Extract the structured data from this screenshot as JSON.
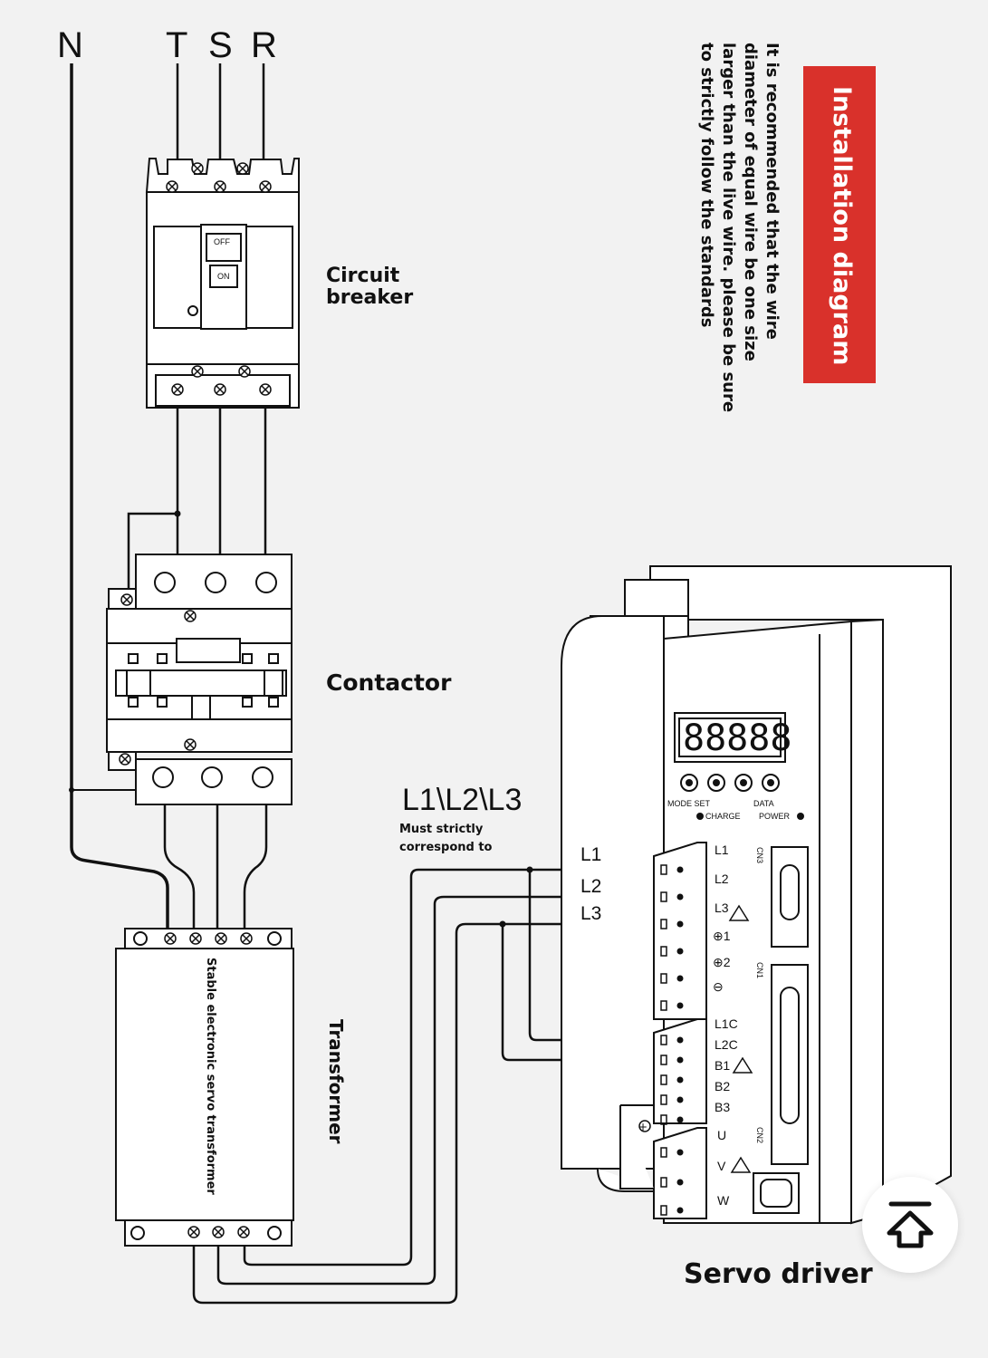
{
  "supply": {
    "n": "N",
    "t": "T",
    "s": "S",
    "r": "R"
  },
  "components": {
    "circuit_breaker": "Circuit\nbreaker",
    "contactor": "Contactor",
    "transformer": "Transformer",
    "transformer_body": "Stable electronic servo transformer",
    "servo_driver": "Servo driver"
  },
  "breaker_switch": {
    "off": "OFF",
    "on": "ON"
  },
  "phase_note": {
    "title": "L1\\L2\\L3",
    "caption": "Must strictly\ncorrespond to"
  },
  "wire_labels": [
    "L1",
    "L2",
    "L3"
  ],
  "driver": {
    "display": "88888",
    "button_labels": {
      "mode_set": "MODE SET",
      "data": "DATA"
    },
    "indicators": {
      "charge": "CHARGE",
      "power": "POWER"
    },
    "terminal_labels_top": [
      "L1",
      "L2",
      "L3",
      "⊕1",
      "⊕2",
      "⊖"
    ],
    "terminal_labels_mid": [
      "L1C",
      "L2C",
      "B1",
      "B2",
      "B3"
    ],
    "terminal_labels_bottom": [
      "U",
      "V",
      "W"
    ],
    "connectors": [
      "CN3",
      "CN1",
      "CN2"
    ]
  },
  "badge": "Installation diagram",
  "recommendation": "It is recommended that the wire\ndiameter of equal wire be one size\nlarger than the live wire. please be sure\nto strictly follow the standards",
  "colors": {
    "badge": "#d9312b",
    "line": "#111111",
    "background": "#f2f2f2"
  },
  "icons": {
    "back_to_top": "arrow-up-home-icon"
  }
}
